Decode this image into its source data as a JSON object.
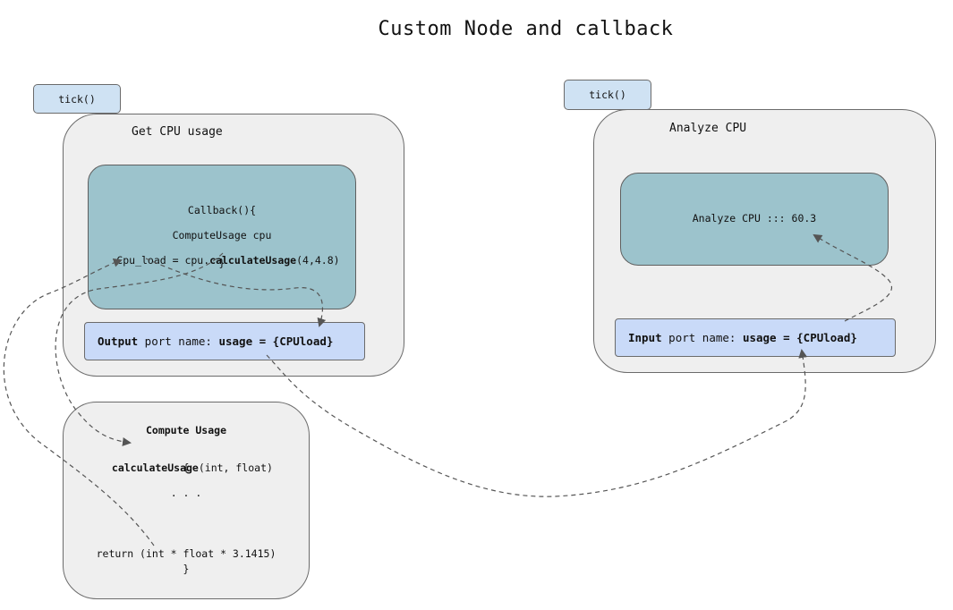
{
  "title": "Custom Node and callback",
  "left_node": {
    "tick_label": "tick()",
    "label": "Get CPU usage",
    "callback": {
      "line1": "Callback(){",
      "line2": "ComputeUsage cpu",
      "line3_prefix": "Cpu_load = cpu.",
      "line3_bold": "calculateUsage",
      "line3_suffix": "(4,4.8)",
      "line4": "}"
    },
    "port": {
      "kind": "Output",
      "mid": " port name: ",
      "value": "usage = {CPUload}"
    }
  },
  "right_node": {
    "tick_label": "tick()",
    "label": "Analyze CPU",
    "inner_text": "Analyze CPU ::: 60.3",
    "port": {
      "kind": "Input",
      "mid": " port name: ",
      "value": "usage = {CPUload}"
    }
  },
  "compute_box": {
    "title": "Compute Usage",
    "sig_bold": "calculateUsage",
    "sig_rest": "(int, float)",
    "open_brace": "{",
    "ellipsis": ". . .",
    "return_line": "return (int * float * 3.1415)",
    "close_brace": "}"
  },
  "colors": {
    "node_bg": "#efefef",
    "inner_bg": "#9cc3cc",
    "port_bg": "#c9daf8",
    "tick_bg": "#cfe2f3",
    "connector": "#555555"
  }
}
